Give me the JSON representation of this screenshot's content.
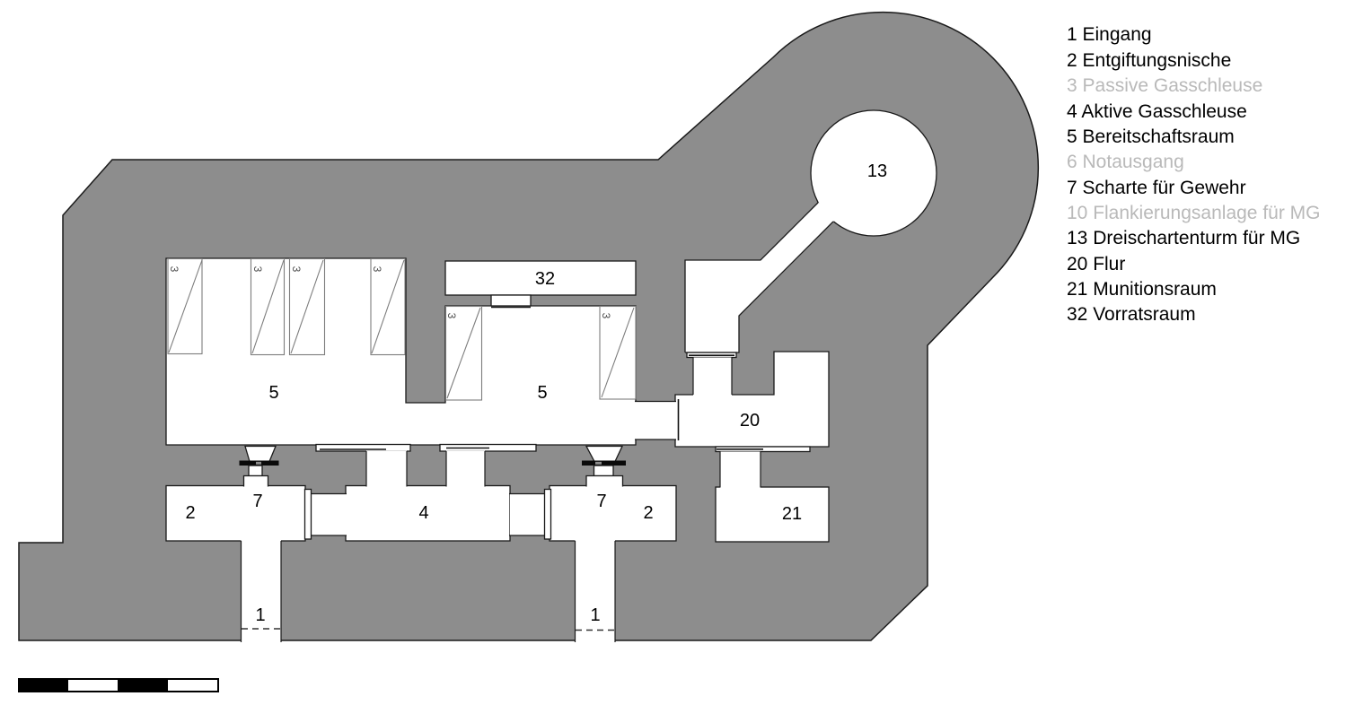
{
  "legend": {
    "items": [
      {
        "text": "1 Eingang",
        "dimmed": false
      },
      {
        "text": "2 Entgiftungsnische",
        "dimmed": false
      },
      {
        "text": "3 Passive Gasschleuse",
        "dimmed": true
      },
      {
        "text": "4 Aktive Gasschleuse",
        "dimmed": false
      },
      {
        "text": "5 Bereitschaftsraum",
        "dimmed": false
      },
      {
        "text": "6 Notausgang",
        "dimmed": true
      },
      {
        "text": "7 Scharte für Gewehr",
        "dimmed": false
      },
      {
        "text": "10 Flankierungsanlage für MG",
        "dimmed": true
      },
      {
        "text": "13 Dreischartenturm für MG",
        "dimmed": false
      },
      {
        "text": "20 Flur",
        "dimmed": false
      },
      {
        "text": "21 Munitionsraum",
        "dimmed": false
      },
      {
        "text": "32 Vorratsraum",
        "dimmed": false
      }
    ]
  },
  "plan": {
    "room_labels": {
      "entrance": "1",
      "decontamination_niche": "2",
      "passive_gas_lock": "3",
      "active_gas_lock": "4",
      "ready_room": "5",
      "rifle_embrasure": "7",
      "mg_turret": "13",
      "corridor": "20",
      "ammunition_room": "21",
      "storage_room": "32"
    }
  },
  "colors": {
    "wall_fill": "#8d8d8d",
    "outline": "#1a1a1a",
    "text": "#000000",
    "dimmed_text": "#b9b9b9",
    "embrasure_bar": "#0a0a0a",
    "scale_bar_segments": [
      "#000000",
      "#ffffff",
      "#000000",
      "#ffffff"
    ]
  }
}
